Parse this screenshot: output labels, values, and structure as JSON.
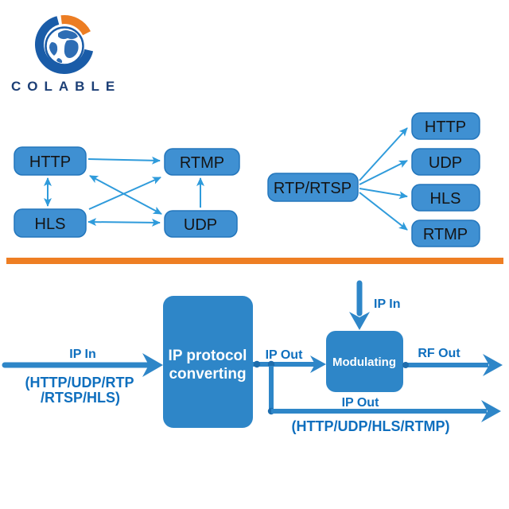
{
  "brand": {
    "name": "COLABLE"
  },
  "colors": {
    "accent_orange": "#EE7E23",
    "node_blue": "#3F90D2",
    "node_border_blue": "#2376BC",
    "arrow_blue": "#2F9BDB",
    "flow_blue": "#2E86C8",
    "junction_blue": "#1E6DAD",
    "label_blue": "#0F6FBE",
    "logo_blue": "#1A5CA8",
    "logo_orange": "#EC7D23",
    "brand_navy": "#1C3F76"
  },
  "top_left_diagram": {
    "nodes": {
      "http": "HTTP",
      "rtmp": "RTMP",
      "hls": "HLS",
      "udp": "UDP"
    }
  },
  "top_right_diagram": {
    "source": "RTP/RTSP",
    "targets": {
      "http": "HTTP",
      "udp": "UDP",
      "hls": "HLS",
      "rtmp": "RTMP"
    }
  },
  "flow": {
    "input": {
      "label": "IP In",
      "protocols_line1": "(HTTP/UDP/RTP",
      "protocols_line2": "/RTSP/HLS)"
    },
    "converter": {
      "line1": "IP protocol",
      "line2": "converting"
    },
    "ip_out": {
      "label": "IP Out"
    },
    "modulator": {
      "label": "Modulating",
      "input_label": "IP In",
      "rf_out_label": "RF Out"
    },
    "secondary_out": {
      "label": "IP Out",
      "protocols": "(HTTP/UDP/HLS/RTMP)"
    }
  }
}
